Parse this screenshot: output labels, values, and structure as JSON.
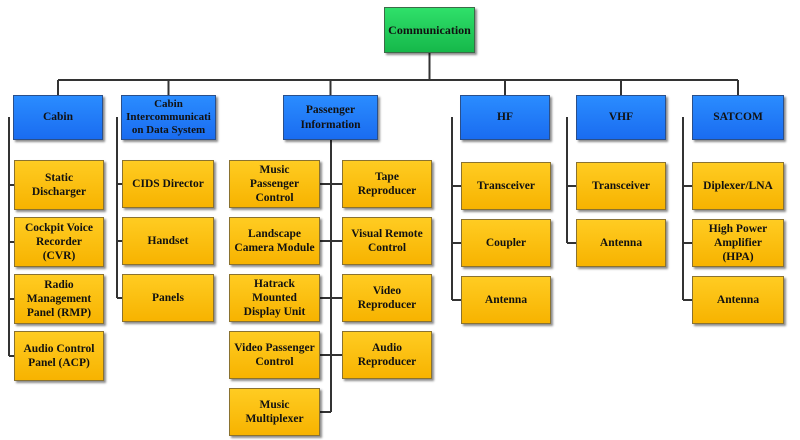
{
  "root": {
    "id": "communication",
    "label": "Communication"
  },
  "categories": [
    {
      "id": "cabin",
      "label": "Cabin",
      "children": [
        {
          "id": "static-discharger",
          "label": "Static\nDischarger"
        },
        {
          "id": "cvr",
          "label": "Cockpit Voice\nRecorder\n(CVR)"
        },
        {
          "id": "rmp",
          "label": "Radio\nManagement\nPanel (RMP)"
        },
        {
          "id": "acp",
          "label": "Audio Control\nPanel (ACP)"
        }
      ]
    },
    {
      "id": "cids",
      "label": "Cabin\nIntercommunicati\non Data System",
      "children": [
        {
          "id": "cids-director",
          "label": "CIDS Director"
        },
        {
          "id": "handset",
          "label": "Handset"
        },
        {
          "id": "panels",
          "label": "Panels"
        }
      ]
    },
    {
      "id": "passenger-information",
      "label": "Passenger\nInformation",
      "columns": [
        [
          {
            "id": "music-passenger-control",
            "label": "Music\nPassenger\nControl"
          },
          {
            "id": "landscape-camera-module",
            "label": "Landscape\nCamera Module"
          },
          {
            "id": "hatrack-display",
            "label": "Hatrack\nMounted\nDisplay Unit"
          },
          {
            "id": "video-passenger-control",
            "label": "Video Passenger\nControl"
          },
          {
            "id": "music-multiplexer",
            "label": "Music\nMultiplexer"
          }
        ],
        [
          {
            "id": "tape-reproducer",
            "label": "Tape\nReproducer"
          },
          {
            "id": "visual-remote-control",
            "label": "Visual Remote\nControl"
          },
          {
            "id": "video-reproducer",
            "label": "Video\nReproducer"
          },
          {
            "id": "audio-reproducer",
            "label": "Audio\nReproducer"
          }
        ]
      ]
    },
    {
      "id": "hf",
      "label": "HF",
      "children": [
        {
          "id": "hf-transceiver",
          "label": "Transceiver"
        },
        {
          "id": "hf-coupler",
          "label": "Coupler"
        },
        {
          "id": "hf-antenna",
          "label": "Antenna"
        }
      ]
    },
    {
      "id": "vhf",
      "label": "VHF",
      "children": [
        {
          "id": "vhf-transceiver",
          "label": "Transceiver"
        },
        {
          "id": "vhf-antenna",
          "label": "Antenna"
        }
      ]
    },
    {
      "id": "satcom",
      "label": "SATCOM",
      "children": [
        {
          "id": "diplexer-lna",
          "label": "Diplexer/LNA"
        },
        {
          "id": "hpa",
          "label": "High Power\nAmplifier\n(HPA)"
        },
        {
          "id": "satcom-antenna",
          "label": "Antenna"
        }
      ]
    }
  ],
  "colors": {
    "root": "#22cc55",
    "category": "#1f7cf5",
    "leaf": "#fbbd09",
    "connector": "#333333"
  }
}
